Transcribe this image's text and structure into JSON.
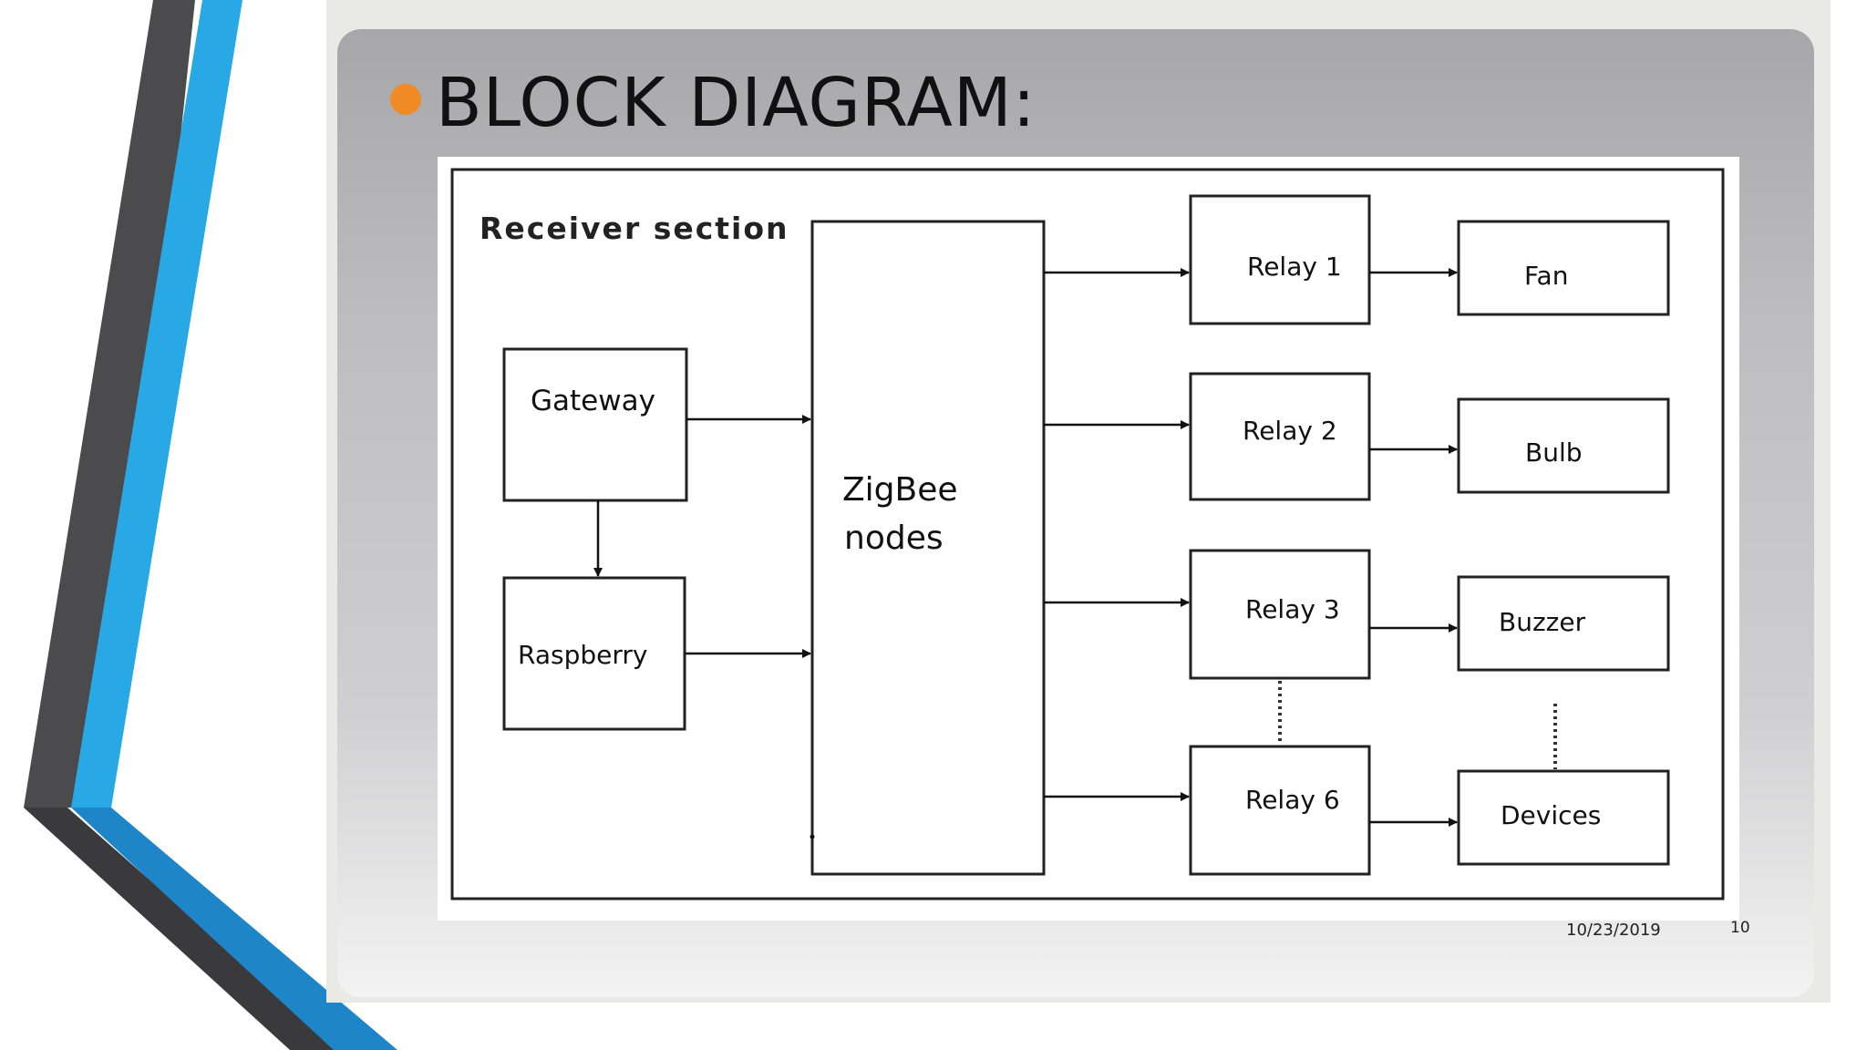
{
  "slide": {
    "title": "BLOCK DIAGRAM:",
    "date": "10/23/2019",
    "page_number": "10"
  },
  "colors": {
    "bullet": "#f08a24",
    "accent_blue": "#29a8e6",
    "accent_dark": "#4b4b4d"
  },
  "diagram": {
    "section_label": "Receiver section",
    "nodes": {
      "gateway": "Gateway",
      "raspberry": "Raspberry",
      "zigbee_line1": "ZigBee",
      "zigbee_line2": "nodes",
      "relay1": "Relay 1",
      "relay2": "Relay 2",
      "relay3": "Relay 3",
      "relay6": "Relay 6",
      "fan": "Fan",
      "bulb": "Bulb",
      "buzzer": "Buzzer",
      "devices": "Devices"
    }
  }
}
